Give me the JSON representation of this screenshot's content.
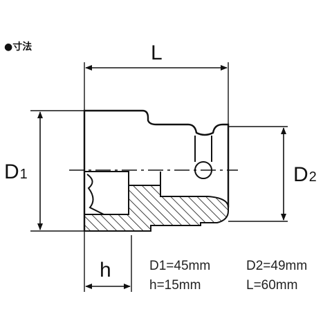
{
  "title": "●寸法",
  "labels": {
    "L": "L",
    "D1_main": "D",
    "D1_sub": "1",
    "D2_main": "D",
    "D2_sub": "2",
    "h": "h"
  },
  "specs": {
    "D1": "D1=45mm",
    "D2": "D2=49mm",
    "h": "h=15mm",
    "L": "L=60mm"
  },
  "colors": {
    "line": "#111111",
    "hatch": "#111111",
    "background": "#ffffff"
  }
}
